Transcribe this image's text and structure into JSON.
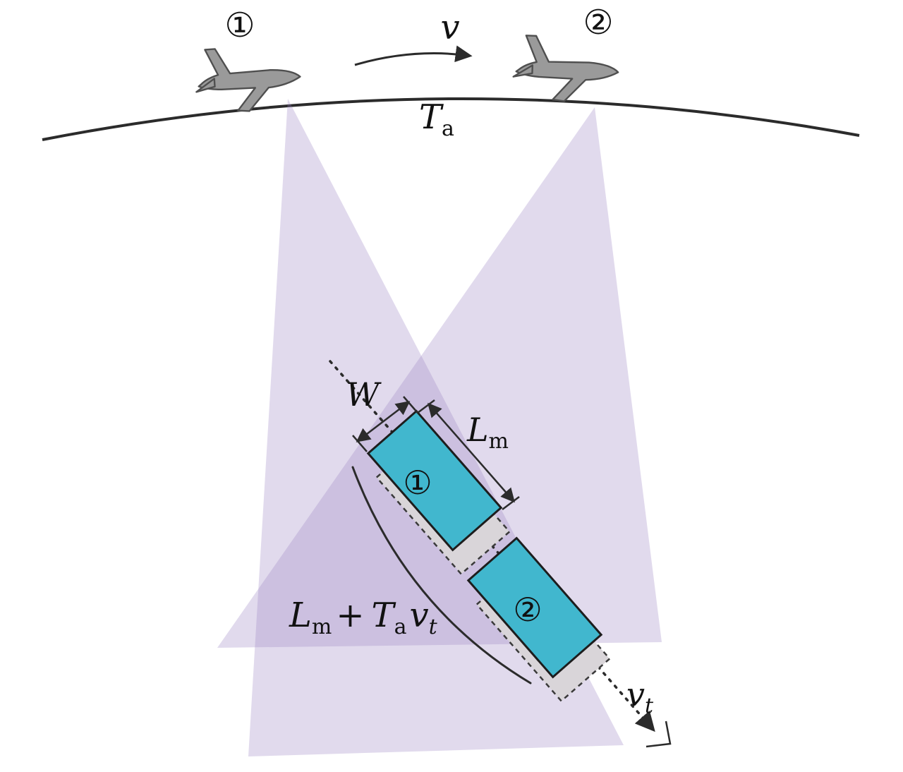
{
  "figure": {
    "labels": {
      "plane1_number": "①",
      "plane2_number": "②",
      "velocity": "v",
      "T_main": "T",
      "T_sub": "a",
      "W": "W",
      "L_main": "L",
      "L_sub": "m",
      "plus": "+",
      "vt_main": "v",
      "vt_sub": "t",
      "target1_number": "①",
      "target2_number": "②"
    },
    "colors": {
      "beam": "#9b85c4",
      "target_fill": "#41b7ce",
      "target_stroke": "#1d1d1d",
      "shadow_fill": "#d9d5d9",
      "plane_fill": "#9a9a9a",
      "plane_stroke": "#4f4f4f",
      "line": "#2b2b2b"
    }
  }
}
